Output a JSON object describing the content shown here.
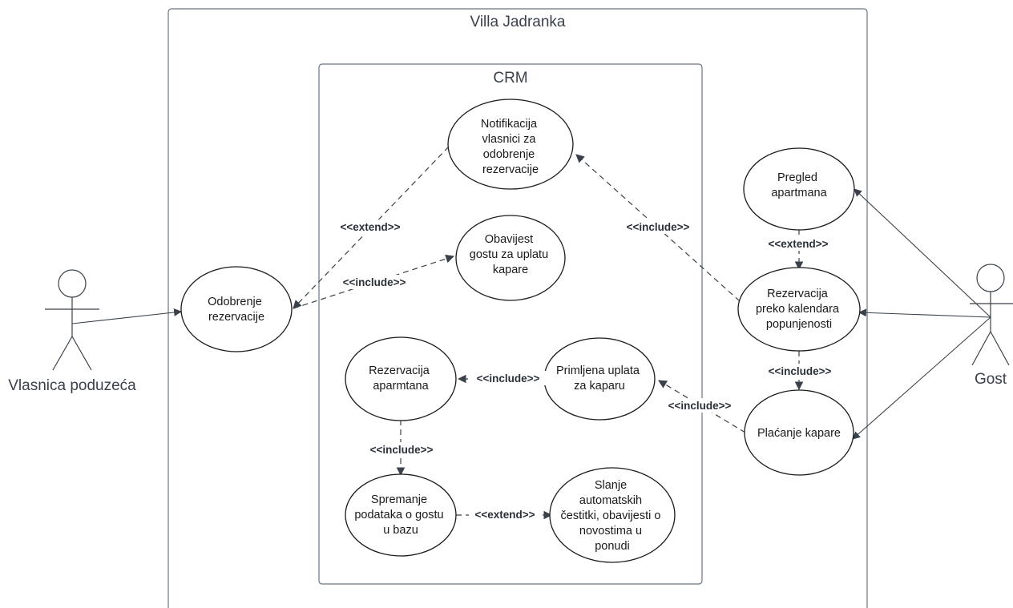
{
  "system": {
    "title": "Villa Jadranka"
  },
  "subsystem": {
    "title": "CRM"
  },
  "actors": {
    "owner": {
      "name": "Vlasnica poduzeća"
    },
    "guest": {
      "name": "Gost"
    }
  },
  "use_cases": {
    "notification": [
      "Notifikacija",
      "vlasnici za",
      "odobrenje",
      "rezervacije"
    ],
    "notice_guest": [
      "Obavijest",
      "gostu za uplatu",
      "kapare"
    ],
    "approval": [
      "Odobrenje",
      "rezervacije"
    ],
    "reservation_apt": [
      "Rezervacija",
      "aparmtana"
    ],
    "payment_received": [
      "Primljena uplata",
      "za kaparu"
    ],
    "save_guest": [
      "Spremanje",
      "podataka o gostu",
      "u bazu"
    ],
    "greetings": [
      "Slanje",
      "automatskih",
      "čestitki, obavijesti o",
      "novostima u",
      "ponudi"
    ],
    "browse": [
      "Pregled",
      "apartmana"
    ],
    "calendar_res": [
      "Rezervacija",
      "preko kalendara",
      "popunjenosti"
    ],
    "deposit": [
      "Plaćanje kapare"
    ]
  },
  "relationships": {
    "extend_notification_approval": "<<extend>>",
    "include_approval_notice": "<<include>>",
    "include_calendar_notification": "<<include>>",
    "extend_browse_calendar": "<<extend>>",
    "include_calendar_deposit": "<<include>>",
    "include_deposit_received": "<<include>>",
    "include_received_reservation": "<<include>>",
    "include_reservation_save": "<<include>>",
    "extend_save_greetings": "<<extend>>"
  }
}
